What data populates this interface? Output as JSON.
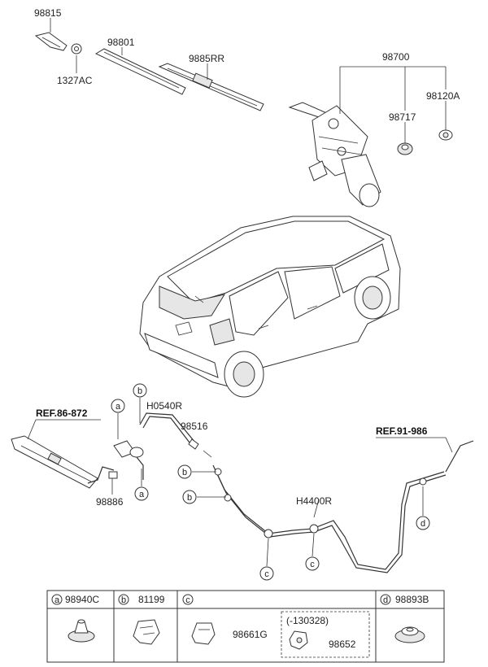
{
  "labels": {
    "p98815": "98815",
    "p1327ac": "1327AC",
    "p98801": "98801",
    "p9885rr": "9885RR",
    "p98700": "98700",
    "p98717": "98717",
    "p98120a": "98120A",
    "ph0540r": "H0540R",
    "p98516": "98516",
    "p98886": "98886",
    "ph4400r": "H4400R",
    "ref_left": "REF.86-872",
    "ref_right": "REF.91-986"
  },
  "callouts": [
    "a",
    "b",
    "c",
    "d"
  ],
  "legend": {
    "a_code": "98940C",
    "b_code": "81199",
    "c_part1": "98661G",
    "c_note": "(-130328)",
    "c_part2": "98652",
    "d_code": "98893B"
  }
}
